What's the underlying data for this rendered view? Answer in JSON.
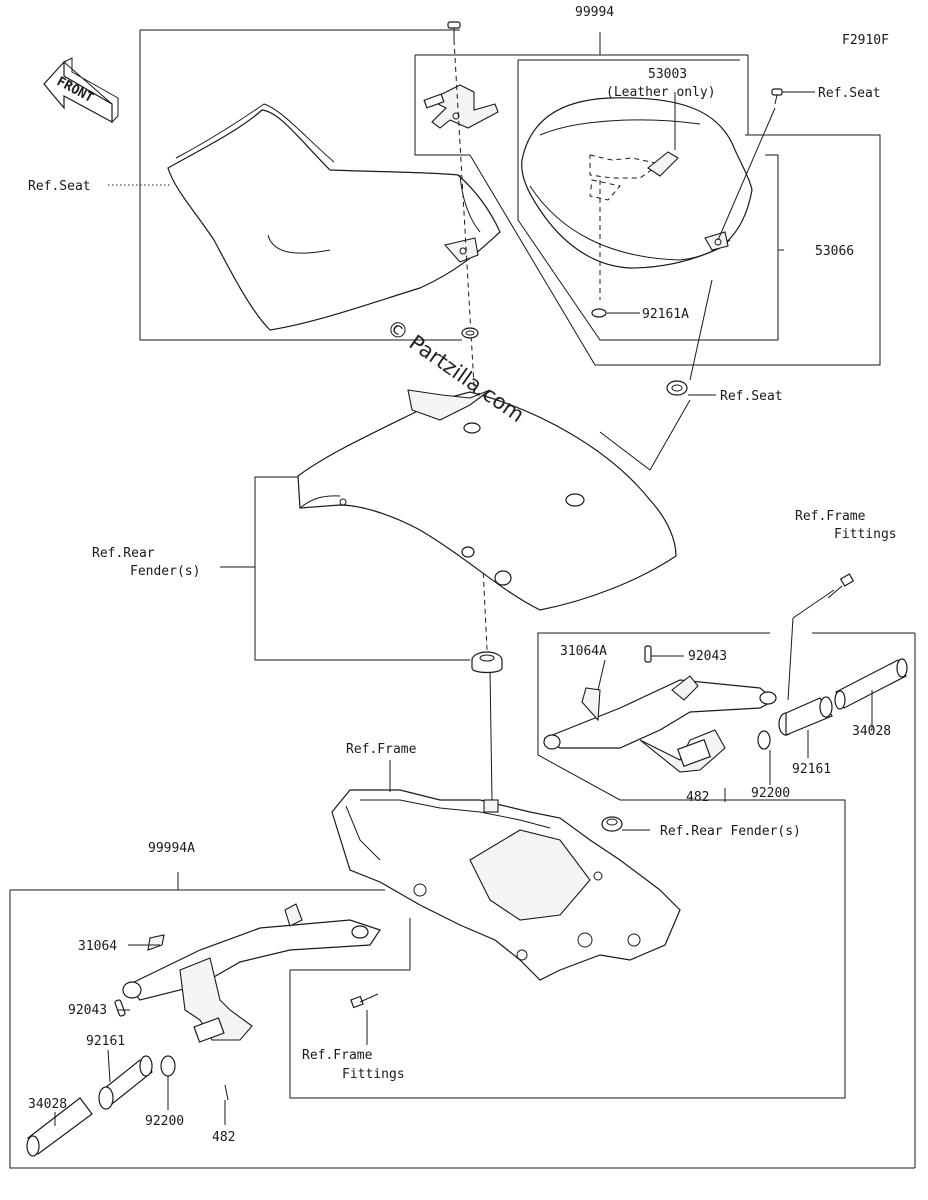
{
  "figure_code": "F2910F",
  "front_arrow_label": "FRONT",
  "watermark": "© Partzilla.com",
  "labels": {
    "kit_99994": "99994",
    "kit_99994a": "99994A",
    "p53003": "53003",
    "p53003_note": "(Leather only)",
    "ref_seat_top": "Ref.Seat",
    "ref_seat_left": "Ref.Seat",
    "ref_seat_mid": "Ref.Seat",
    "p53066": "53066",
    "p92161a": "92161A",
    "ref_rear_fender_1": "Ref.Rear",
    "ref_rear_fender_2": "Fender(s)",
    "ref_frame_fittings_top_1": "Ref.Frame",
    "ref_frame_fittings_top_2": "Fittings",
    "p31064a": "31064A",
    "p92043_right": "92043",
    "p34028_right": "34028",
    "p92161_right": "92161",
    "p92200_right": "92200",
    "p482_right": "482",
    "ref_frame": "Ref.Frame",
    "ref_rear_fenders_mid": "Ref.Rear Fender(s)",
    "p31064": "31064",
    "p92043_left": "92043",
    "p92161_left": "92161",
    "p34028_left": "34028",
    "p92200_left": "92200",
    "p482_left": "482",
    "ref_frame_fittings_bottom_1": "Ref.Frame",
    "ref_frame_fittings_bottom_2": "Fittings"
  }
}
